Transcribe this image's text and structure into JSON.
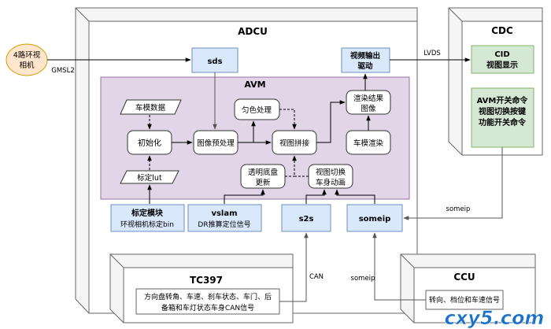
{
  "nodes": {
    "camera": {
      "line1": "4路环视",
      "line2": "相机"
    },
    "adcu": {
      "title": "ADCU"
    },
    "cdc": {
      "title": "CDC"
    },
    "avm": {
      "title": "AVM"
    },
    "sds": {
      "label": "sds"
    },
    "video_out": {
      "line1": "视频输出",
      "line2": "驱动"
    },
    "cid": {
      "line1": "CID",
      "line2": "视图显示"
    },
    "cmd": {
      "line1": "AVM开关命令",
      "line2": "视图切换按键",
      "line3": "功能开关命令"
    },
    "car_model_data": {
      "label": "车模数据"
    },
    "init": {
      "label": "初始化"
    },
    "calib_lut": {
      "label": "标定lut"
    },
    "image_pre": {
      "label": "图像预处理"
    },
    "uniform_color": {
      "label": "匀色处理"
    },
    "view_stitch": {
      "label": "视图拼接"
    },
    "render_result": {
      "line1": "渲染结果",
      "line2": "图像"
    },
    "car_render": {
      "label": "车模渲染"
    },
    "transparent_chassis": {
      "line1": "透明底盘",
      "line2": "更新"
    },
    "view_switch_anim": {
      "line1": "视图切换",
      "line2": "车身动画"
    },
    "calib_module": {
      "line1": "标定模块",
      "line2": "环视相机标定bin"
    },
    "vslam": {
      "line1": "vslam",
      "line2": "DR推算定位信号"
    },
    "s2s": {
      "label": "s2s"
    },
    "someip": {
      "label": "someip"
    },
    "tc397": {
      "title": "TC397",
      "line1": "方向盘转角、车速、刹车状态、车门、后",
      "line2": "备箱和车灯状态车身CAN信号"
    },
    "ccu": {
      "title": "CCU",
      "line1": "转向、档位和车速信号"
    }
  },
  "edge_labels": {
    "gmsl2": "GMSL2",
    "lvds": "LVDS",
    "someip_cdc": "someip",
    "can": "CAN",
    "someip_ccu": "someip"
  },
  "watermark": "cxy5.com",
  "colors": {
    "blue_fill": "#dae8fc",
    "blue_stroke": "#6c8ebf",
    "green_fill": "#d5e8d4",
    "green_stroke": "#82b366",
    "purple_fill": "#e1d5e7",
    "purple_stroke": "#9673a6",
    "orange_fill": "#ffe6cc",
    "orange_stroke": "#d79b00",
    "box3d_fill": "#f5f5f5",
    "box3d_stroke": "#666666",
    "watermark_blue": "#1a73c8",
    "watermark_red": "#e02020"
  }
}
